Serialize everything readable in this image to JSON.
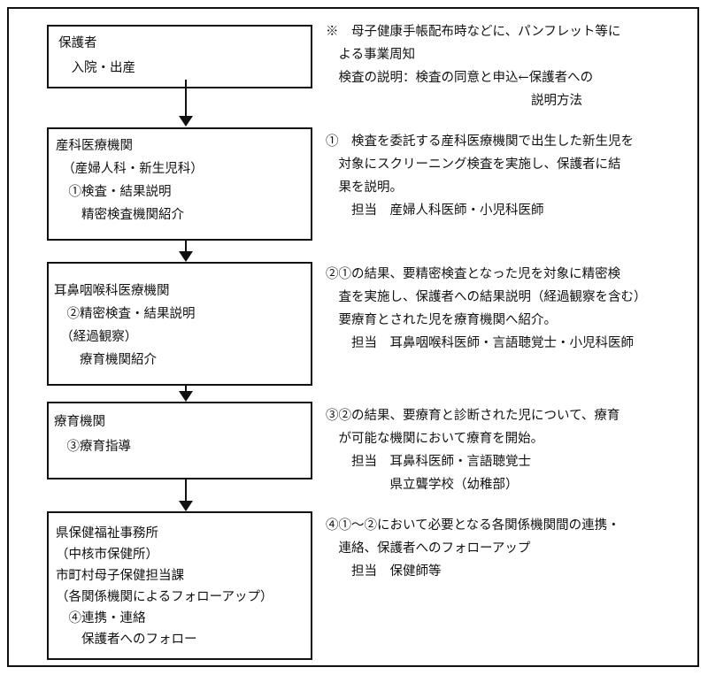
{
  "steps": [
    {
      "lines": [
        "保護者",
        "　入院・出産"
      ]
    },
    {
      "lines": [
        "産科医療機関",
        "　（産婦人科・新生児科）",
        "　①検査・結果説明",
        "　　精密検査機関紹介"
      ]
    },
    {
      "lines": [
        "耳鼻咽喉科医療機関",
        "　②精密検査・結果説明",
        "　（経過観察）",
        "　　療育機関紹介"
      ]
    },
    {
      "lines": [
        "療育機関",
        "　③療育指導"
      ]
    },
    {
      "lines": [
        "県保健福祉事務所",
        "（中核市保健所）",
        "市町村母子保健担当課",
        "（各関係機関によるフォローアップ）",
        "　④連携・連絡",
        "　　保護者へのフォロー"
      ]
    }
  ],
  "notes": [
    {
      "lines": [
        "※　母子健康手帳配布時などに、パンフレット等に",
        "　よる事業周知",
        "　検査の説明：検査の同意と申込←保護者への",
        "　　　　　　　　　　　　　　　　説明方法"
      ]
    },
    {
      "lines": [
        "①　検査を委託する産科医療機関で出生した新生児を",
        "　対象にスクリーニング検査を実施し、保護者に結",
        "　果を説明。",
        "　　担当　産婦人科医師・小児科医師"
      ]
    },
    {
      "lines": [
        "②①の結果、要精密検査となった児を対象に精密検",
        "　査を実施し、保護者への結果説明（経過観察を含む）",
        "　要療育とされた児を療育機関へ紹介。",
        "　　担当　耳鼻咽喉科医師・言語聴覚士・小児科医師"
      ]
    },
    {
      "lines": [
        "③②の結果、要療育と診断された児について、療育",
        "　が可能な機関において療育を開始。",
        "　　担当　耳鼻科医師・言語聴覚士",
        "　　　　　県立聾学校（幼稚部）"
      ]
    },
    {
      "lines": [
        "④①～②において必要となる各関係機関間の連携・",
        "　連絡、保護者へのフォローアップ",
        "　　担当　保健師等"
      ]
    }
  ]
}
